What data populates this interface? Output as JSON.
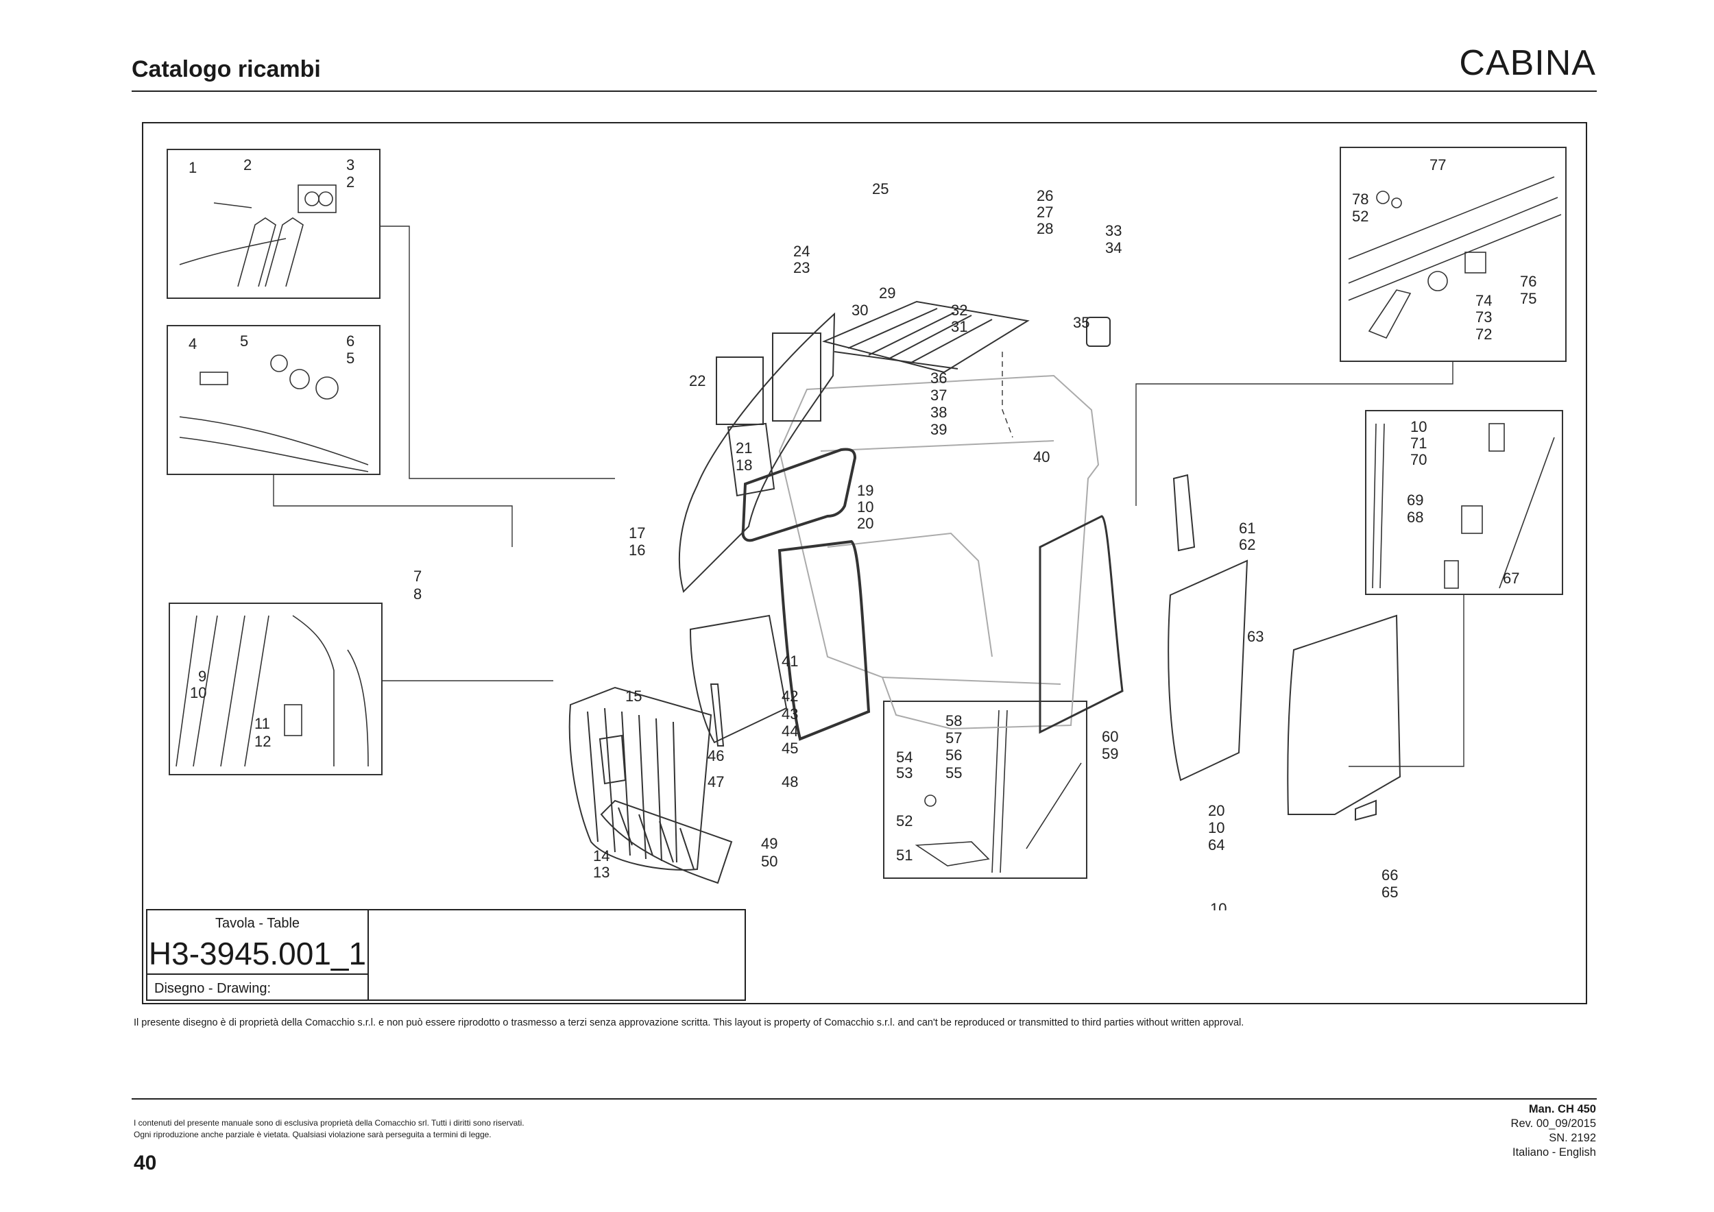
{
  "header": {
    "title": "Catalogo ricambi",
    "section": "CABINA"
  },
  "title_block": {
    "table_label": "Tavola - Table",
    "table_number": "H3-3945.001_1",
    "drawing_label": "Disegno - Drawing:"
  },
  "copyright_notice": "Il presente disegno è di proprietà della Comacchio s.r.l. e non può essere riprodotto o trasmesso a terzi senza approvazione scritta. This layout is property of Comacchio s.r.l. and can't be reproduced or transmitted to third parties without written approval.",
  "footer": {
    "legal_line1": "I contenuti del presente manuale sono di esclusiva proprietà della Comacchio srl. Tutti i diritti sono riservati.",
    "legal_line2": "Ogni riproduzione anche parziale è vietata. Qualsiasi violazione sarà perseguita a termini di legge.",
    "page_number": "40",
    "manual": "Man. CH 450",
    "revision": "Rev. 00_09/2015",
    "serial": "SN. 2192",
    "languages": "Italiano - English"
  },
  "part_labels": {
    "p1": "1",
    "p2": "2",
    "p3": "3",
    "p4": "4",
    "p5": "5",
    "p6": "6",
    "p7": "7",
    "p8": "8",
    "p9": "9",
    "p10": "10",
    "p11": "11",
    "p12": "12",
    "p13": "13",
    "p14": "14",
    "p15": "15",
    "p16": "16",
    "p17": "17",
    "p18": "18",
    "p19": "19",
    "p20": "20",
    "p21": "21",
    "p22": "22",
    "p23": "23",
    "p24": "24",
    "p25": "25",
    "p26": "26",
    "p27": "27",
    "p28": "28",
    "p29": "29",
    "p30": "30",
    "p31": "31",
    "p32": "32",
    "p33": "33",
    "p34": "34",
    "p35": "35",
    "p36": "36",
    "p37": "37",
    "p38": "38",
    "p39": "39",
    "p40": "40",
    "p41": "41",
    "p42": "42",
    "p43": "43",
    "p44": "44",
    "p45": "45",
    "p46": "46",
    "p47": "47",
    "p48": "48",
    "p49": "49",
    "p50": "50",
    "p51": "51",
    "p52": "52",
    "p53": "53",
    "p54": "54",
    "p55": "55",
    "p56": "56",
    "p57": "57",
    "p58": "58",
    "p59": "59",
    "p60": "60",
    "p61": "61",
    "p62": "62",
    "p63": "63",
    "p64": "64",
    "p65": "65",
    "p66": "66",
    "p67": "67",
    "p68": "68",
    "p69": "69",
    "p70": "70",
    "p71": "71",
    "p72": "72",
    "p73": "73",
    "p74": "74",
    "p75": "75",
    "p76": "76",
    "p77": "77",
    "p78": "78"
  }
}
